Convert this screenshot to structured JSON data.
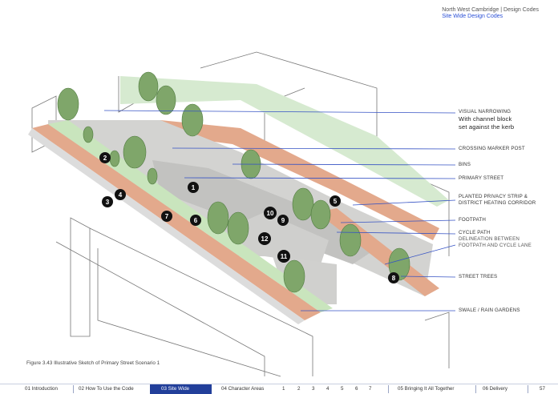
{
  "header": {
    "document_title": "North West Cambridge | Design Codes",
    "section_title": "Site Wide Design Codes"
  },
  "labels": [
    {
      "text": "VISUAL NARROWING",
      "style": "normal"
    },
    {
      "text": "With channel block",
      "style": "big"
    },
    {
      "text": "set against the kerb",
      "style": "big"
    },
    {
      "text": "CROSSING MARKER POST",
      "style": "normal"
    },
    {
      "text": "BINS",
      "style": "normal"
    },
    {
      "text": "PRIMARY STREET",
      "style": "normal"
    },
    {
      "text": "PLANTED PRIVACY STRIP &",
      "style": "normal"
    },
    {
      "text": "DISTRICT HEATING CORRIDOR",
      "style": "normal"
    },
    {
      "text": "FOOTPATH",
      "style": "normal"
    },
    {
      "text": "CYCLE PATH",
      "style": "normal"
    },
    {
      "text": "DELINEATION BETWEEN",
      "style": "sub"
    },
    {
      "text": "FOOTPATH AND CYCLE LANE",
      "style": "sub"
    },
    {
      "text": "STREET TREES",
      "style": "normal"
    },
    {
      "text": "SWALE / RAIN GARDENS",
      "style": "normal"
    }
  ],
  "markers": [
    "1",
    "2",
    "3",
    "4",
    "5",
    "6",
    "7",
    "8",
    "9",
    "10",
    "11",
    "12"
  ],
  "caption": "Figure 3.43 Illustrative Sketch of Primary Street Scenario 1",
  "nav": {
    "items": [
      {
        "label": "01 Introduction"
      },
      {
        "label": "02 How To Use the Code"
      },
      {
        "label": "03 Site Wide",
        "active": true
      },
      {
        "label": "04 Character Areas"
      },
      {
        "label": "1"
      },
      {
        "label": "2"
      },
      {
        "label": "3"
      },
      {
        "label": "4"
      },
      {
        "label": "5"
      },
      {
        "label": "6"
      },
      {
        "label": "7"
      },
      {
        "label": "05 Bringing It All Together"
      },
      {
        "label": "06 Delivery"
      }
    ],
    "page_number": "57"
  },
  "colors": {
    "cycle_path": "#e3a98c",
    "green": "#bfe0b5",
    "tree": "#7fa66a",
    "paving": "#c7c7c5",
    "accent_line": "#3552c4",
    "nav_active": "#223f9a"
  }
}
